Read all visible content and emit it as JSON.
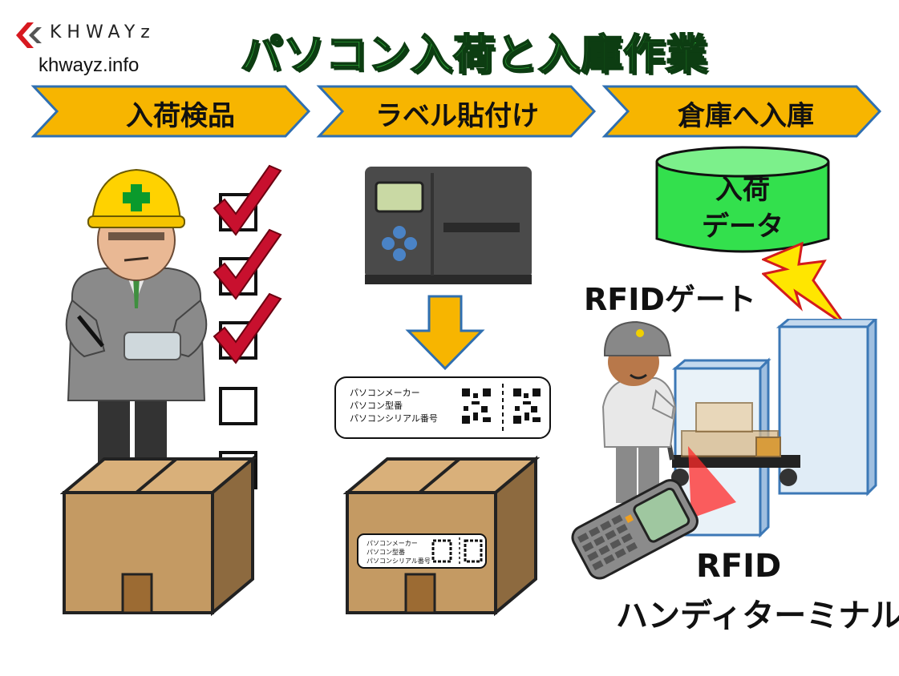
{
  "brand": {
    "logo_text": "KHWAYz",
    "url": "khwayz.info"
  },
  "title": "パソコン入荷と入庫作業",
  "steps": [
    {
      "label": "入荷検品"
    },
    {
      "label": "ラベル貼付け"
    },
    {
      "label": "倉庫へ入庫"
    }
  ],
  "label_sheet": {
    "lines": [
      "パソコンメーカー",
      "パソコン型番",
      "パソコンシリアル番号"
    ]
  },
  "database": {
    "line1": "入荷",
    "line2": "データ"
  },
  "rfid_gate_label": "RFIDゲート",
  "rfid_terminal_label": {
    "line1": "RFID",
    "line2": "ハンディターミナル"
  },
  "colors": {
    "arrow_fill": "#f7b500",
    "arrow_stroke": "#2f6fb0",
    "title_green": "#2fae3a",
    "checkmark_red": "#c8102e",
    "db_green": "#33e04d",
    "box_brown": "#c49a63",
    "lightning_yellow": "#ffe600"
  }
}
